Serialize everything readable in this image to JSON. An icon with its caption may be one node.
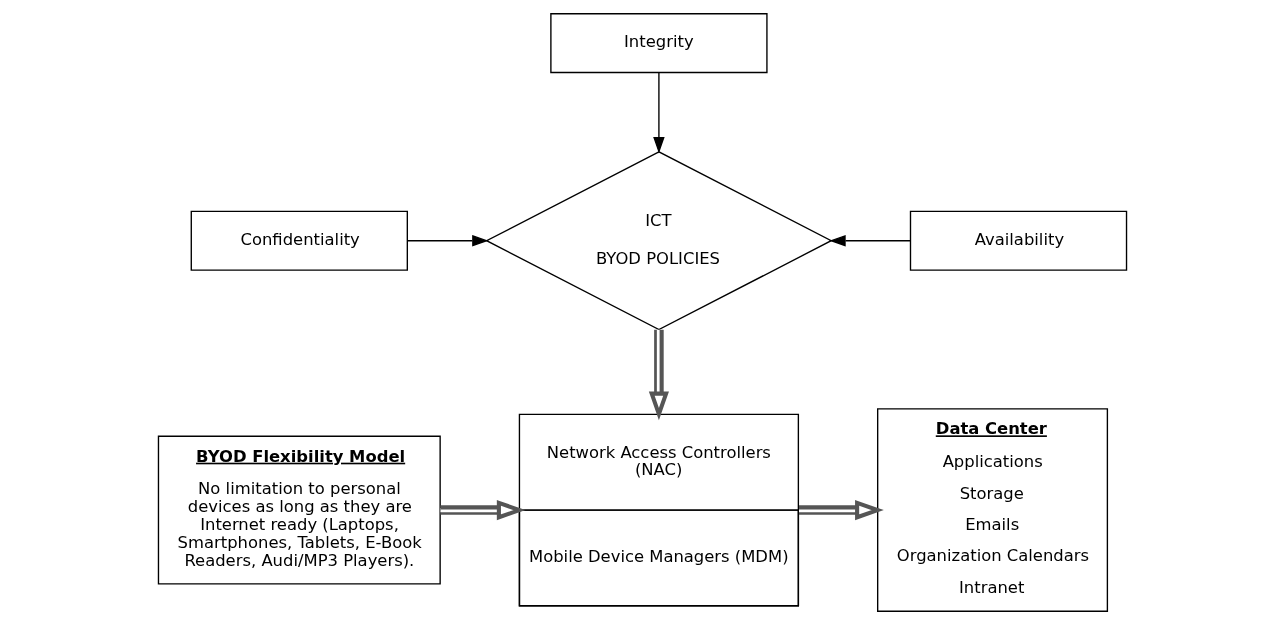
{
  "diagram": {
    "nodes": [
      {
        "text": [
          "BYOD Flexibility Model",
          "No limitation to personal devices as long as they are Internet ready (Laptops, Smartphones, Tablets, E-Book Readers, Audi/MP3 Players)."
        ]
      },
      {
        "text": [
          "Network Access Controllers (NAC)",
          "Mobile Device Managers (MDM)"
        ]
      },
      {
        "text": [
          "Data Center",
          "Applications",
          "Storage",
          "Emails",
          "Organization Calendars",
          "Intranet"
        ]
      },
      {
        "text": [
          "ICT",
          "BYOD POLICIES"
        ]
      },
      {
        "text": [
          "Confidentiality"
        ]
      },
      {
        "text": [
          "Availability"
        ]
      },
      {
        "text": [
          "Integrity"
        ]
      }
    ],
    "edges": [
      {
        "from": 0,
        "to": 1,
        "arrow": "to",
        "style": "thick"
      },
      {
        "from": 1,
        "to": 2,
        "arrow": "to",
        "style": "thick"
      },
      {
        "from": 3,
        "to": 1,
        "arrow": "to",
        "style": "thick"
      },
      {
        "from": 4,
        "to": 3,
        "arrow": "to"
      },
      {
        "from": 5,
        "to": 3,
        "arrow": "to"
      },
      {
        "from": 6,
        "to": 3,
        "arrow": "to"
      }
    ]
  }
}
